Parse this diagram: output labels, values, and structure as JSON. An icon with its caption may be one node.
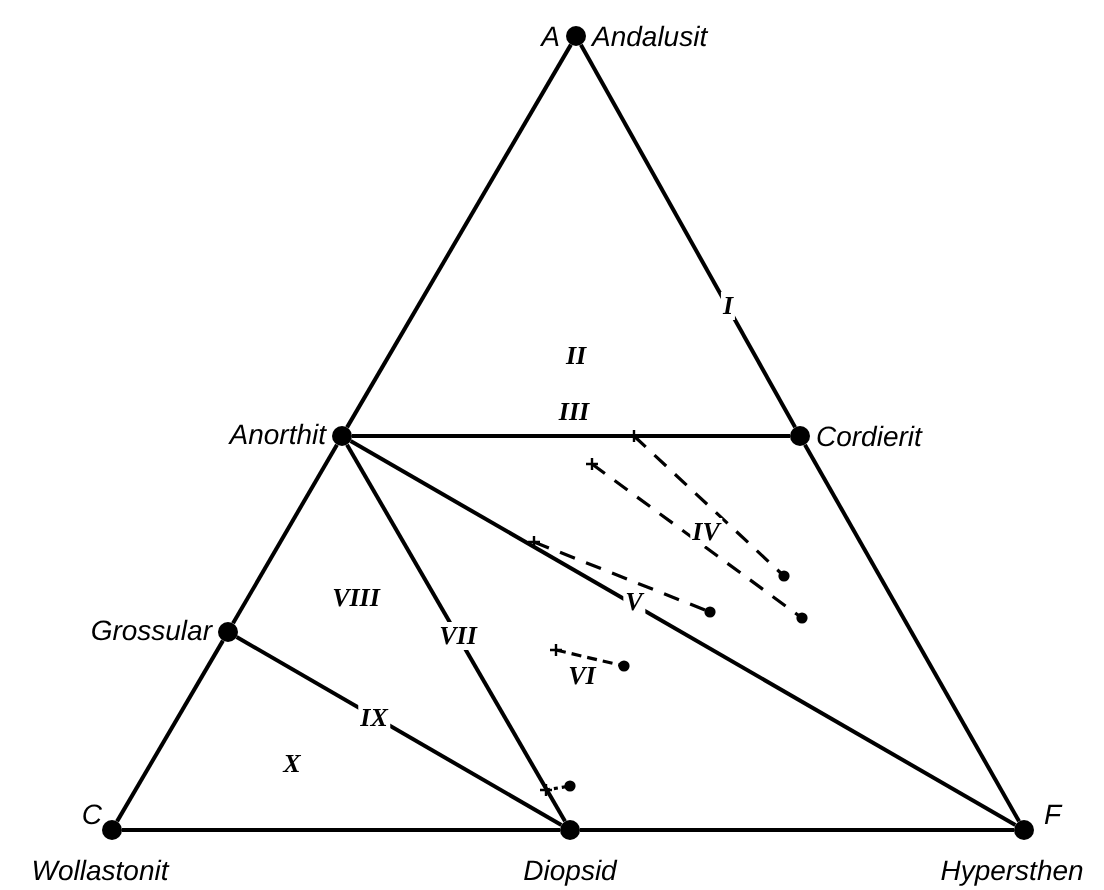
{
  "diagram": {
    "nodes": [
      {
        "text": [
          "A",
          "Andalusit"
        ]
      },
      {
        "text": [
          "Anorthit"
        ]
      },
      {
        "text": [
          "Cordierit"
        ]
      },
      {
        "text": [
          "Grossular"
        ]
      },
      {
        "text": [
          "C",
          "Wollastonit"
        ]
      },
      {
        "text": [
          "Diopsid"
        ]
      },
      {
        "text": [
          "F",
          "Hypersthen"
        ]
      }
    ],
    "edges": [
      {
        "from": 0,
        "to": 1,
        "arrow": "none"
      },
      {
        "from": 1,
        "to": 3,
        "arrow": "none"
      },
      {
        "from": 3,
        "to": 4,
        "arrow": "none"
      },
      {
        "from": 4,
        "to": 5,
        "arrow": "none"
      },
      {
        "from": 5,
        "to": 6,
        "arrow": "none"
      },
      {
        "from": 6,
        "to": 2,
        "arrow": "none"
      },
      {
        "from": 2,
        "to": 0,
        "arrow": "none",
        "label": "I"
      },
      {
        "from": 1,
        "to": 2,
        "arrow": "none",
        "label": "III"
      },
      {
        "from": 1,
        "to": 6,
        "arrow": "none",
        "label": "V"
      },
      {
        "from": 1,
        "to": 5,
        "arrow": "none",
        "label": "VII"
      },
      {
        "from": 3,
        "to": 5,
        "arrow": "none",
        "label": "IX"
      }
    ],
    "labels": [
      "II",
      "IV",
      "VI",
      "VIII",
      "X"
    ]
  }
}
